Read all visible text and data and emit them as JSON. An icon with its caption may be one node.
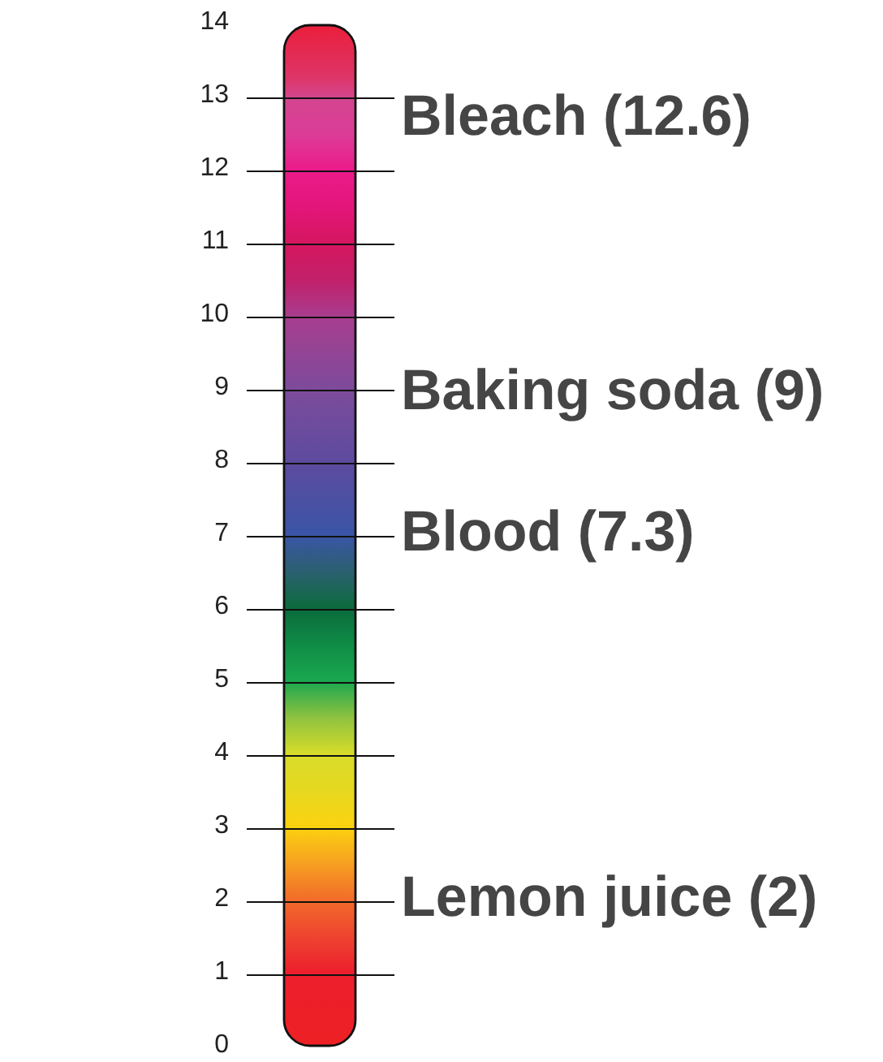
{
  "diagram": {
    "labels": [
      "14",
      "13",
      "Bleach (12.6)",
      "12",
      "11",
      "10",
      "9",
      "Baking soda (9)",
      "8",
      "7",
      "Blood (7.3)",
      "6",
      "5",
      "4",
      "3",
      "2",
      "Lemon juice (2)",
      "1",
      "0"
    ]
  }
}
